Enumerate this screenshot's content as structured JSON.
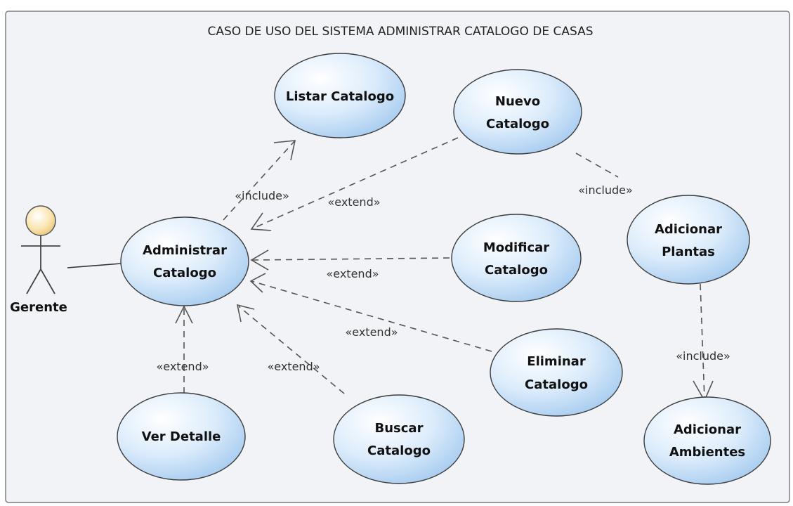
{
  "diagram": {
    "title": "CASO DE USO DEL SISTEMA ADMINISTRAR CATALOGO DE CASAS",
    "actor": {
      "name": "Gerente"
    },
    "use_cases": {
      "administrar": [
        "Administrar",
        "Catalogo"
      ],
      "listar": [
        "Listar Catalogo"
      ],
      "nuevo": [
        "Nuevo",
        "Catalogo"
      ],
      "modificar": [
        "Modificar",
        "Catalogo"
      ],
      "eliminar": [
        "Eliminar",
        "Catalogo"
      ],
      "ver_detalle": [
        "Ver Detalle"
      ],
      "buscar": [
        "Buscar",
        "Catalogo"
      ],
      "adicionar_plantas": [
        "Adicionar",
        "Plantas"
      ],
      "adicionar_ambientes": [
        "Adicionar",
        "Ambientes"
      ]
    },
    "relations": {
      "listar_include": "«include»",
      "nuevo_extend": "«extend»",
      "modificar_extend": "«extend»",
      "eliminar_extend": "«extend»",
      "ver_detalle_extend": "«extend»",
      "buscar_extend": "«extend»",
      "plantas_include": "«include»",
      "ambientes_include": "«include»"
    }
  }
}
